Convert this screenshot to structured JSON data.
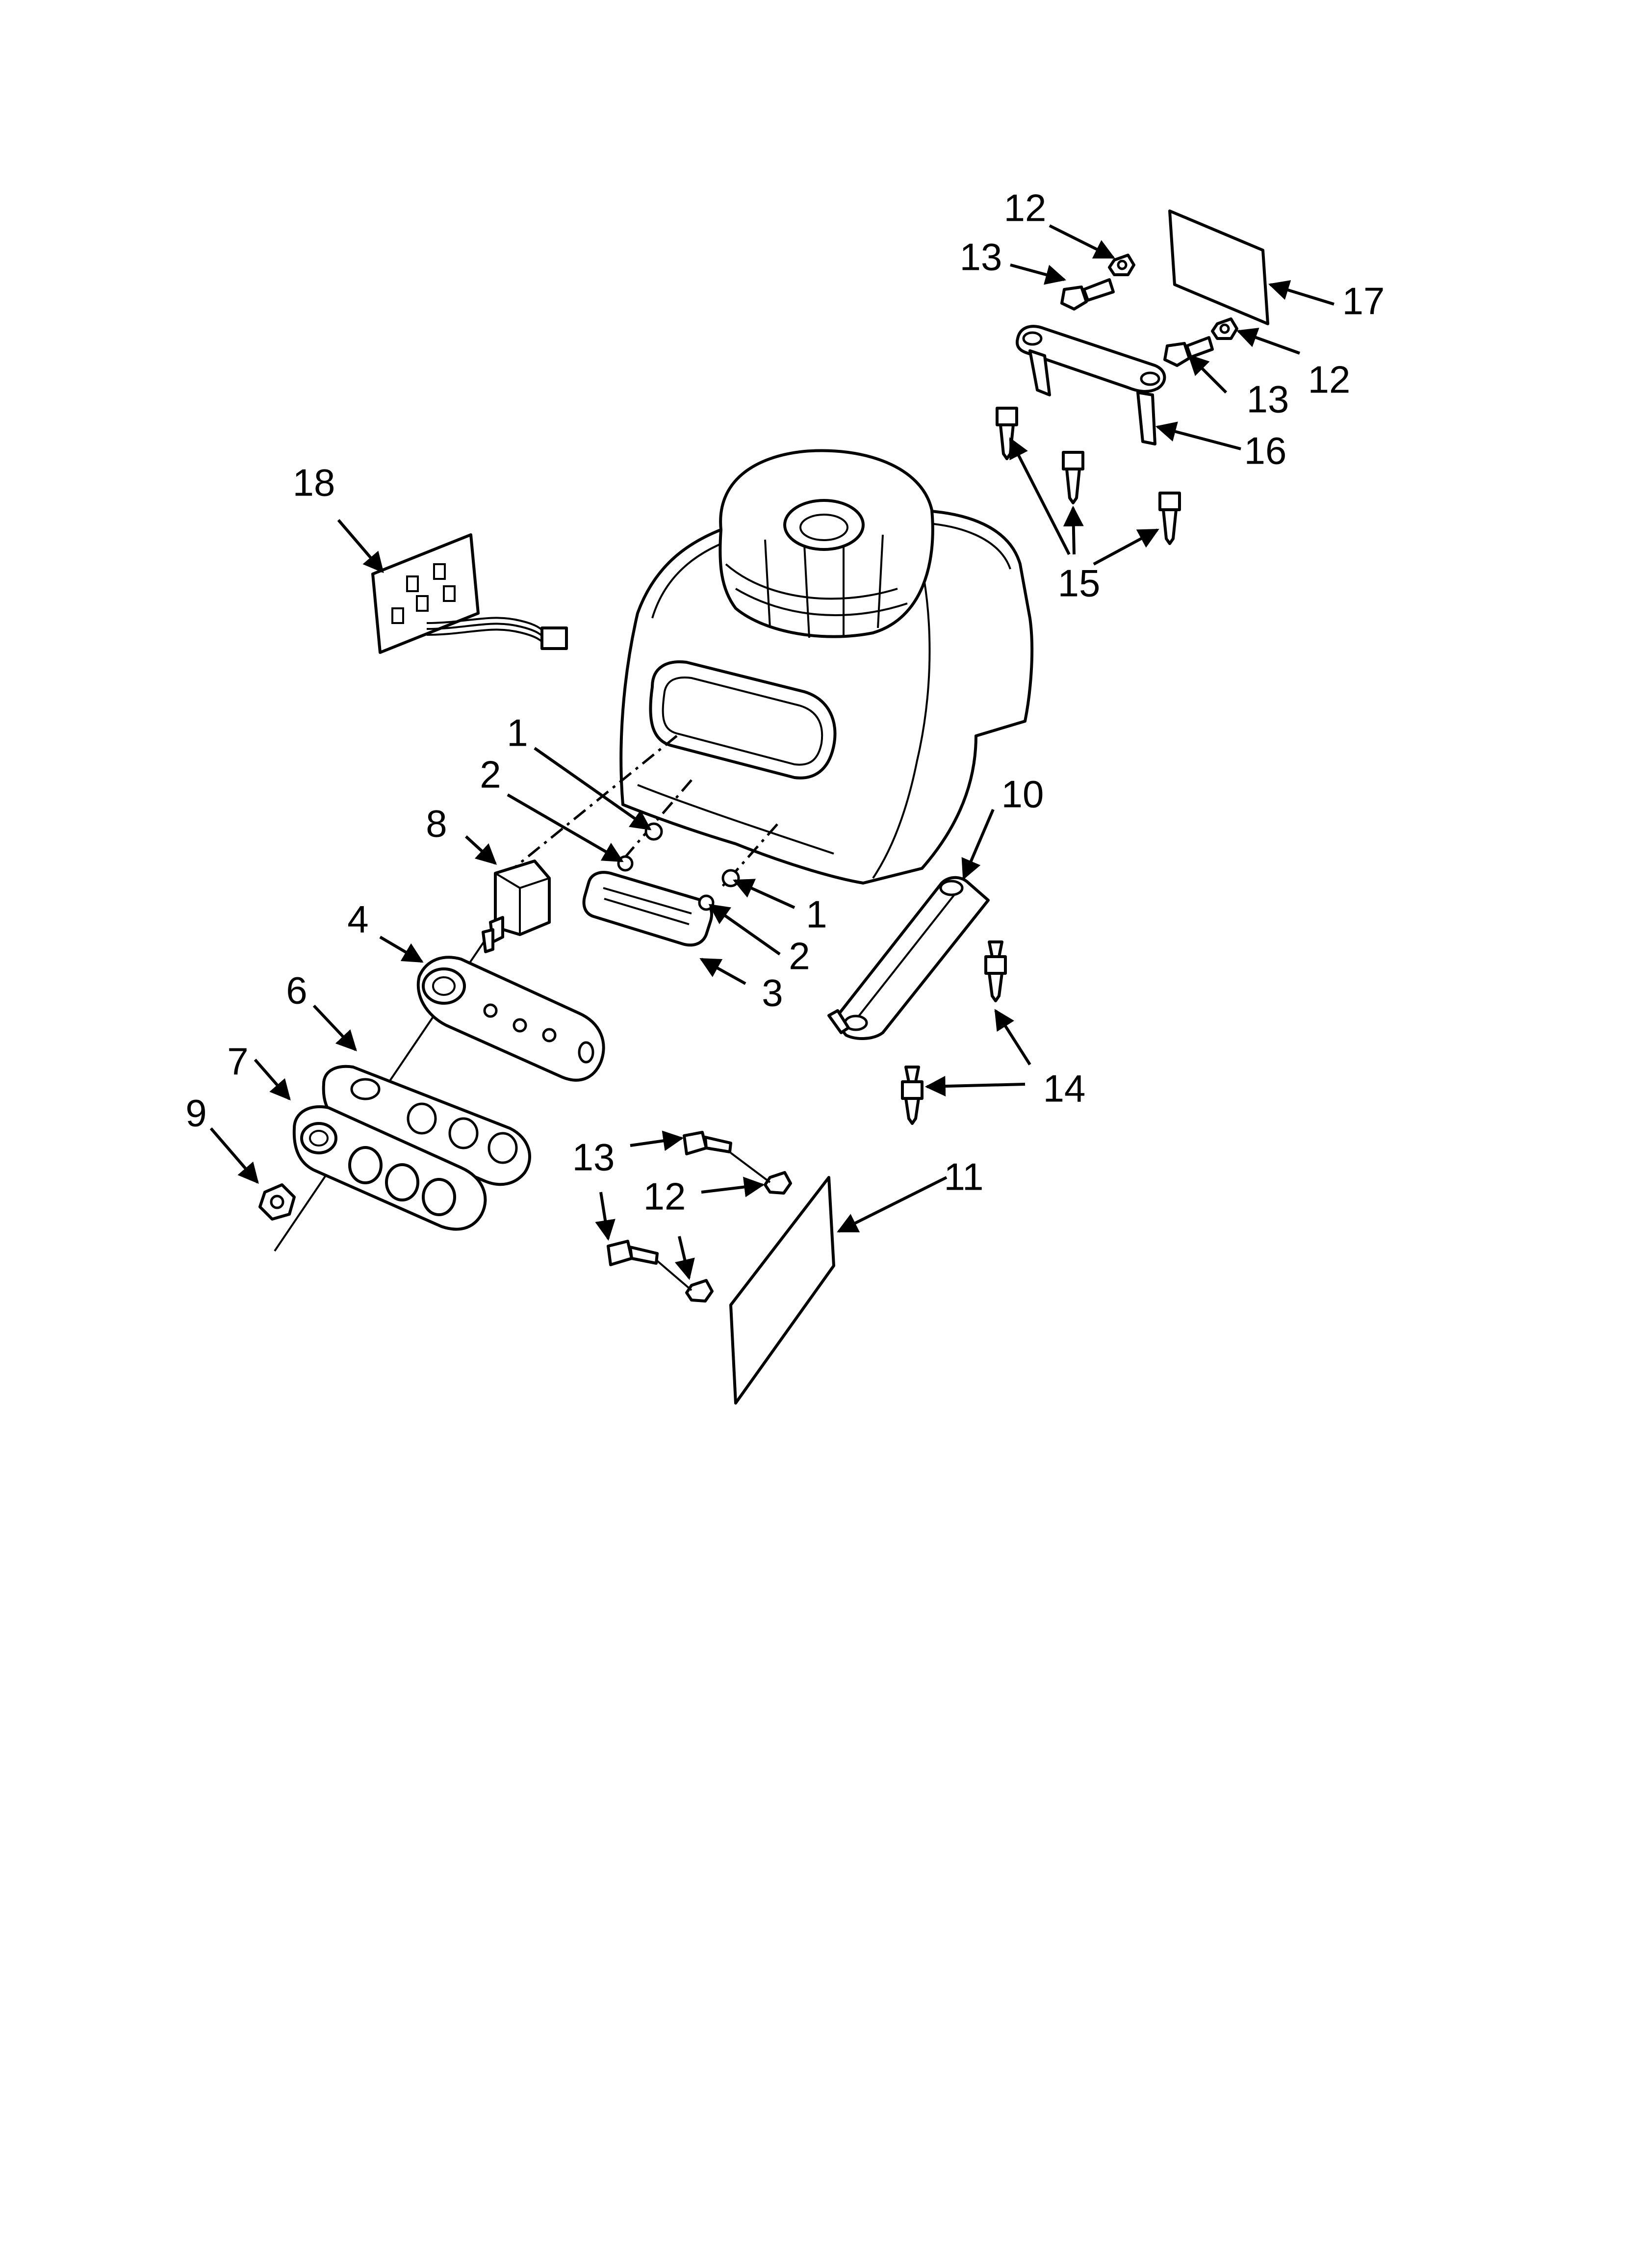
{
  "callouts": {
    "c1a": "1",
    "c1b": "1",
    "c2a": "2",
    "c2b": "2",
    "c3": "3",
    "c4": "4",
    "c6": "6",
    "c7": "7",
    "c8": "8",
    "c9": "9",
    "c10": "10",
    "c11": "11",
    "c12a": "12",
    "c12b": "12",
    "c12c": "12",
    "c13a": "13",
    "c13b": "13",
    "c13c": "13",
    "c14": "14",
    "c15": "15",
    "c16": "16",
    "c17": "17",
    "c18": "18"
  },
  "colors": {
    "line": "#000000",
    "background": "#ffffff"
  }
}
